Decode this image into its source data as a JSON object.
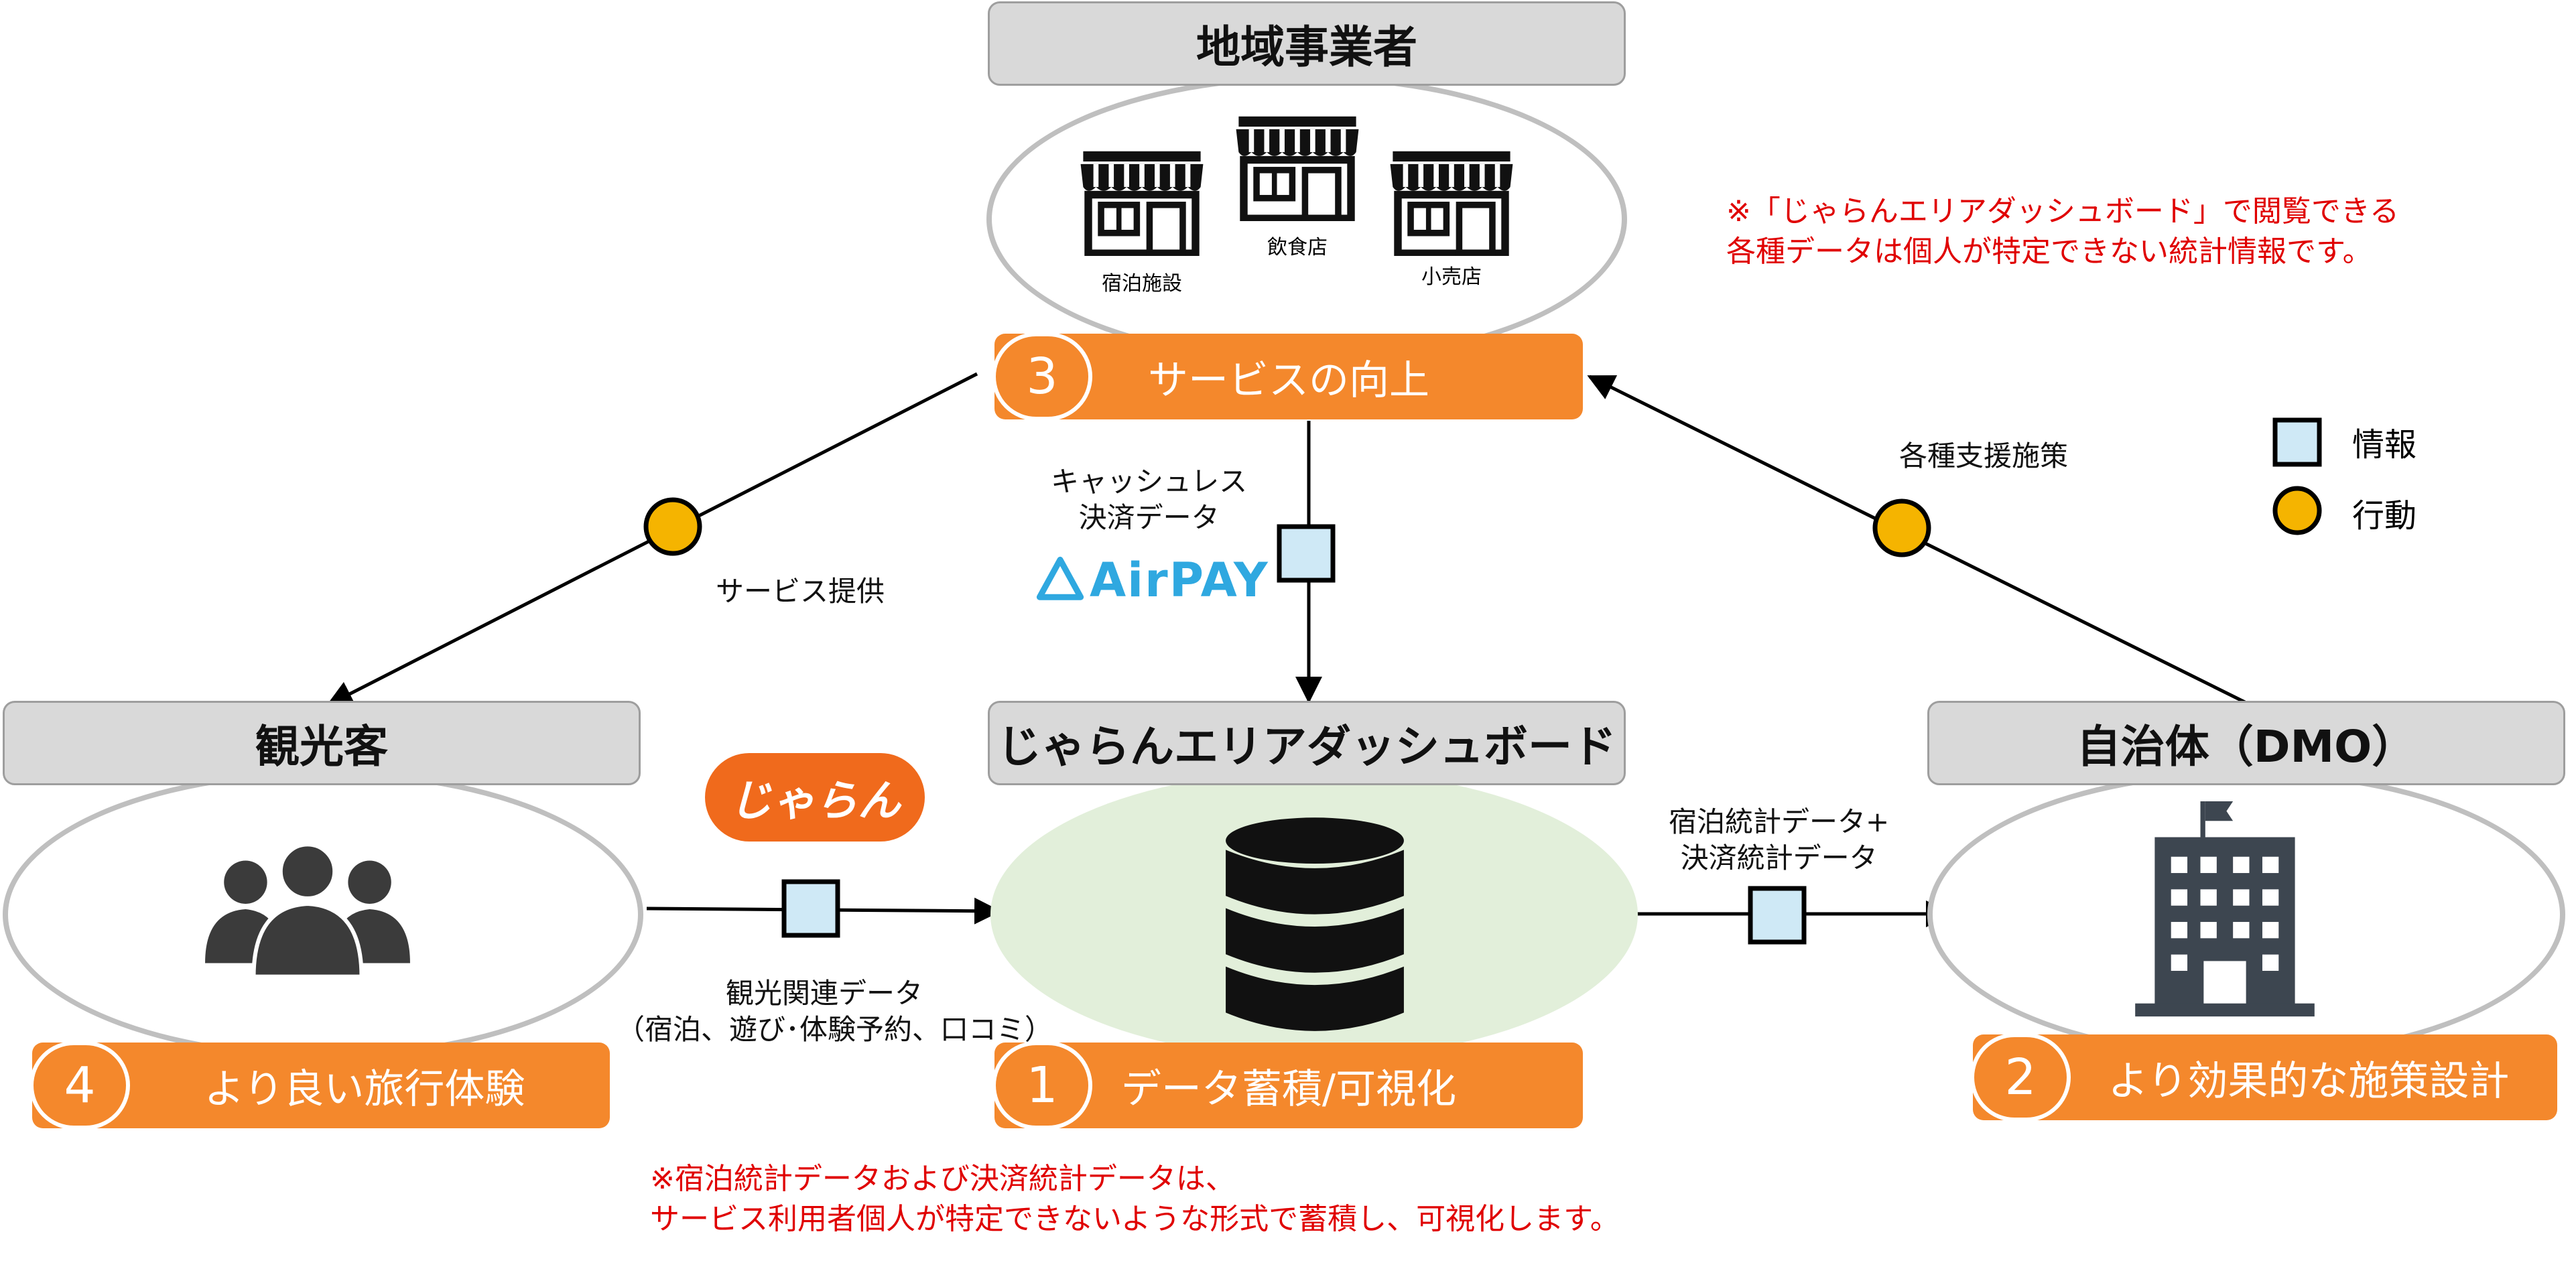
{
  "nodes": {
    "businesses": {
      "title": "地域事業者",
      "shops": [
        "宿泊施設",
        "飲食店",
        "小売店"
      ],
      "action_number": "3",
      "action_label": "サービスの向上"
    },
    "tourists": {
      "title": "観光客",
      "action_number": "4",
      "action_label": "より良い旅行体験"
    },
    "dashboard": {
      "title": "じゃらんエリアダッシュボード",
      "action_number": "1",
      "action_label": "データ蓄積/可視化"
    },
    "municipality": {
      "title": "自治体（DMO）",
      "action_number": "2",
      "action_label": "より効果的な施策設計"
    }
  },
  "edges": {
    "service_provision": "サービス提供",
    "support_measures": "各種支援施策",
    "cashless_line1": "キャッシュレス",
    "cashless_line2": "決済データ",
    "stats_line1": "宿泊統計データ+",
    "stats_line2": "決済統計データ",
    "tourism_line1": "観光関連データ",
    "tourism_line2": "（宿泊、遊び･体験予約、口コミ）"
  },
  "logos": {
    "airpay": "AirPAY",
    "jalan": "じゃらん"
  },
  "legend": {
    "info": "情報",
    "action": "行動"
  },
  "notes": {
    "top_line1": "※「じゃらんエリアダッシュボード」で閲覧できる",
    "top_line2": "各種データは個人が特定できない統計情報です。",
    "bottom_line1": "※宿泊統計データおよび決済統計データは、",
    "bottom_line2": "サービス利用者個人が特定できないような形式で蓄積し、可視化します。"
  },
  "colors": {
    "orange": "#f4882c",
    "info_square": "#cfe9f6",
    "action_circle": "#f5b400",
    "dashboard_ellipse": "#e2efda",
    "note_red": "#e00000",
    "icon_dark": "#3b3b3b"
  },
  "icons": [
    "shop-icon",
    "people-icon",
    "database-icon",
    "building-icon",
    "airpay-logo",
    "jalan-logo"
  ]
}
